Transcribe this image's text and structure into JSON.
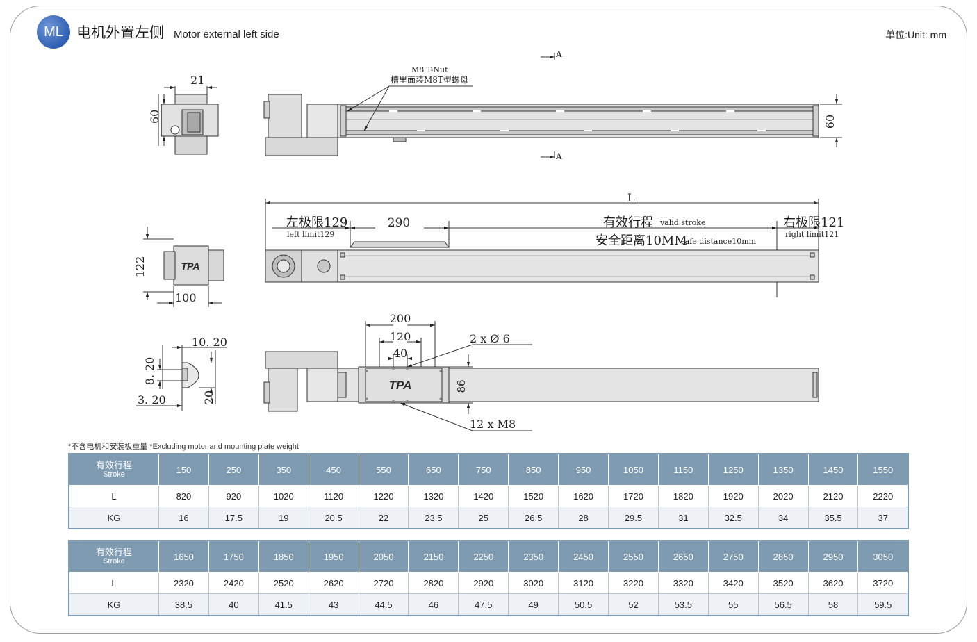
{
  "header": {
    "badge": "ML",
    "title_cn": "电机外置左侧",
    "title_en": "Motor external left side",
    "unit": "单位:Unit: mm"
  },
  "drawing": {
    "section_mark": "A",
    "tnut_en": "M8 T-Nut",
    "tnut_cn": "槽里面装M8T型螺母",
    "dim_21": "21",
    "dim_60_left": "60",
    "dim_60_right": "60",
    "dim_L": "L",
    "left_limit_cn": "左极限129",
    "left_limit_en": "left limit129",
    "dim_290": "290",
    "valid_stroke_cn": "有效行程",
    "valid_stroke_en": "valid stroke",
    "safe_cn": "安全距离10MM",
    "safe_en": "safe distance10mm",
    "right_limit_cn": "右极限121",
    "right_limit_en": "right limit121",
    "dim_122": "122",
    "dim_100": "100",
    "logo": "TPA",
    "dim_200": "200",
    "dim_120": "120",
    "dim_40": "40",
    "holes": "2 x Ø 6",
    "dim_86": "86",
    "screws": "12 x M8",
    "dim_10_20": "10. 20",
    "dim_8_20": "8. 20",
    "dim_3_20": "3. 20",
    "dim_20": "20"
  },
  "note": "*不含电机和安装板重量 *Excluding motor and mounting plate weight",
  "tables": [
    {
      "head_cn": "有效行程",
      "head_en": "Stroke",
      "strokes": [
        "150",
        "250",
        "350",
        "450",
        "550",
        "650",
        "750",
        "850",
        "950",
        "1050",
        "1150",
        "1250",
        "1350",
        "1450",
        "1550"
      ],
      "l_label": "L",
      "L": [
        "820",
        "920",
        "1020",
        "1120",
        "1220",
        "1320",
        "1420",
        "1520",
        "1620",
        "1720",
        "1820",
        "1920",
        "2020",
        "2120",
        "2220"
      ],
      "kg_label": "KG",
      "KG": [
        "16",
        "17.5",
        "19",
        "20.5",
        "22",
        "23.5",
        "25",
        "26.5",
        "28",
        "29.5",
        "31",
        "32.5",
        "34",
        "35.5",
        "37"
      ]
    },
    {
      "head_cn": "有效行程",
      "head_en": "Stroke",
      "strokes": [
        "1650",
        "1750",
        "1850",
        "1950",
        "2050",
        "2150",
        "2250",
        "2350",
        "2450",
        "2550",
        "2650",
        "2750",
        "2850",
        "2950",
        "3050"
      ],
      "l_label": "L",
      "L": [
        "2320",
        "2420",
        "2520",
        "2620",
        "2720",
        "2820",
        "2920",
        "3020",
        "3120",
        "3220",
        "3320",
        "3420",
        "3520",
        "3620",
        "3720"
      ],
      "kg_label": "KG",
      "KG": [
        "38.5",
        "40",
        "41.5",
        "43",
        "44.5",
        "46",
        "47.5",
        "49",
        "50.5",
        "52",
        "53.5",
        "55",
        "56.5",
        "58",
        "59.5"
      ]
    }
  ]
}
